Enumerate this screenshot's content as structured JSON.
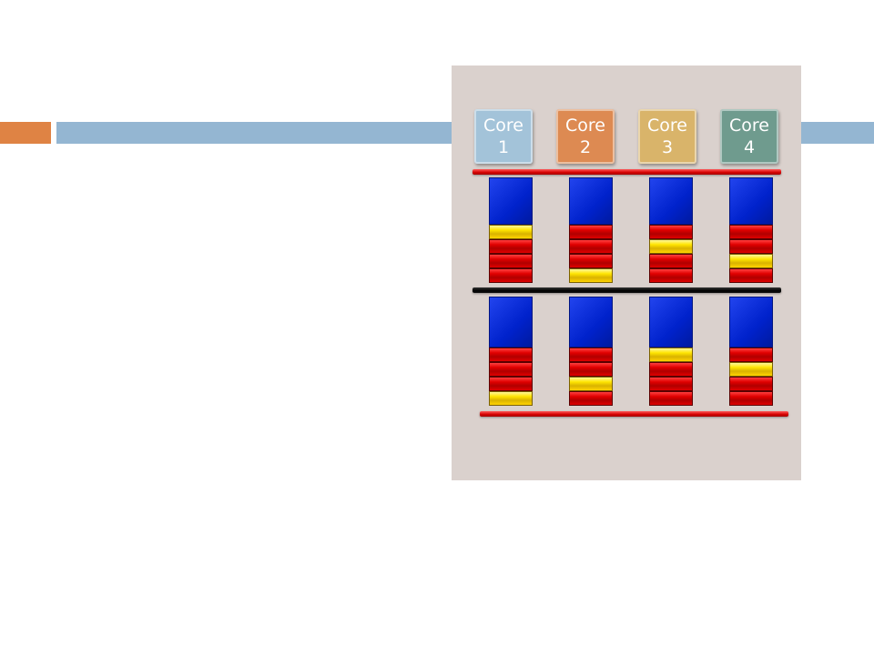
{
  "colors": {
    "accent": "#df8344",
    "title_bar": "#94b6d2",
    "panel_bg": "#dad1cd"
  },
  "diagram": {
    "cores": [
      {
        "line1": "Core",
        "line2": "1",
        "color": "#a3c3d9"
      },
      {
        "line1": "Core",
        "line2": "2",
        "color": "#dd8a52"
      },
      {
        "line1": "Core",
        "line2": "3",
        "color": "#d9b46a"
      },
      {
        "line1": "Core",
        "line2": "4",
        "color": "#6f9b8e"
      }
    ],
    "upper_stacks": [
      [
        "y",
        "r",
        "r",
        "r"
      ],
      [
        "r",
        "r",
        "r",
        "y"
      ],
      [
        "r",
        "y",
        "r",
        "r"
      ],
      [
        "r",
        "r",
        "y",
        "r"
      ]
    ],
    "lower_stacks": [
      [
        "r",
        "r",
        "r",
        "y"
      ],
      [
        "r",
        "r",
        "y",
        "r"
      ],
      [
        "y",
        "r",
        "r",
        "r"
      ],
      [
        "r",
        "y",
        "r",
        "r"
      ]
    ]
  }
}
